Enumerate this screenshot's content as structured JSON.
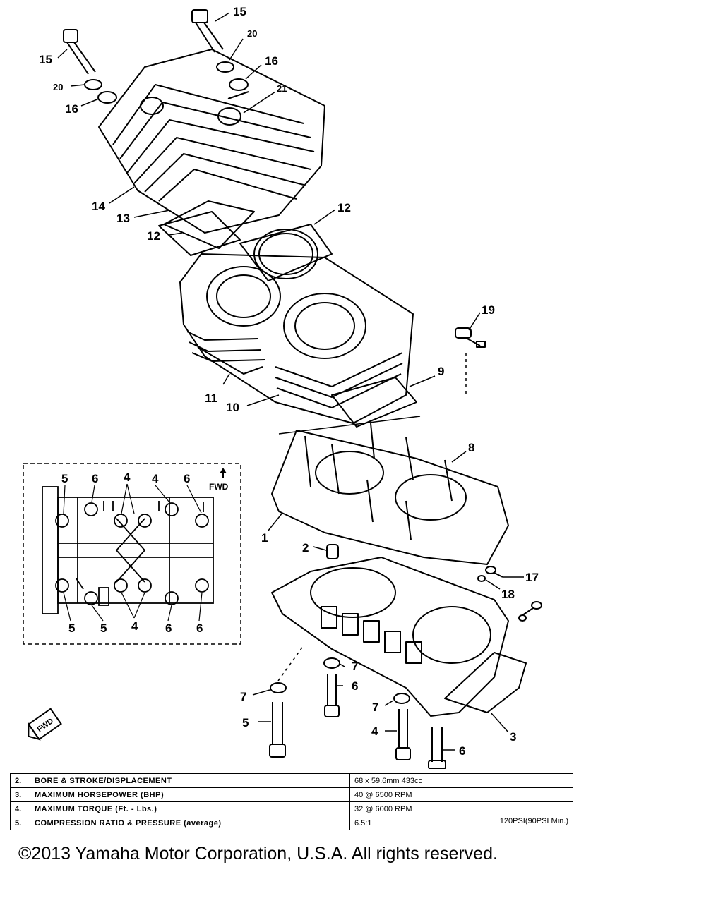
{
  "callouts": {
    "c15a": "15",
    "c15b": "15",
    "c20a": "20",
    "c20b": "20",
    "c16a": "16",
    "c16b": "16",
    "c21": "21",
    "c14": "14",
    "c13": "13",
    "c12a": "12",
    "c12b": "12",
    "c19": "19",
    "c9": "9",
    "c11": "11",
    "c10": "10",
    "c8": "8",
    "c1": "1",
    "c2": "2",
    "c17": "17",
    "c18": "18",
    "c7a": "7",
    "c7b": "7",
    "c7c": "7",
    "c6a": "6",
    "c6b": "6",
    "c5": "5",
    "c4": "4",
    "c3": "3"
  },
  "inset": {
    "fwd_label": "FWD",
    "top": [
      "5",
      "6",
      "4",
      "4",
      "6"
    ],
    "bottom": [
      "5",
      "5",
      "4",
      "6",
      "6"
    ]
  },
  "fwd_badge": "FWD",
  "specs": [
    {
      "num": "2.",
      "label": "BORE & STROKE/DISPLACEMENT",
      "value": "68 x 59.6mm 433cc",
      "extra": ""
    },
    {
      "num": "3.",
      "label": "MAXIMUM HORSEPOWER (BHP)",
      "value": "40 @ 6500 RPM",
      "extra": ""
    },
    {
      "num": "4.",
      "label": "MAXIMUM TORQUE (Ft. - Lbs.)",
      "value": "32 @ 6000 RPM",
      "extra": ""
    },
    {
      "num": "5.",
      "label": "COMPRESSION RATIO & PRESSURE (average)",
      "value": "6.5:1",
      "extra": "120PSI(90PSI Min.)"
    }
  ],
  "copyright": "©2013 Yamaha Motor Corporation, U.S.A. All rights reserved."
}
